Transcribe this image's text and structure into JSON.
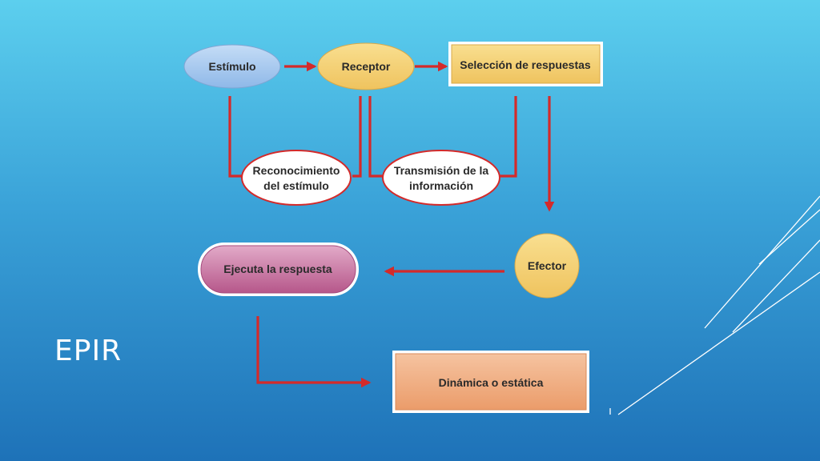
{
  "slide": {
    "title": "EPIR"
  },
  "diagram": {
    "nodes": {
      "estimulo": "Estímulo",
      "receptor": "Receptor",
      "seleccion": "Selección de respuestas",
      "reconocimiento_1": "Reconocimiento",
      "reconocimiento_2": "del estímulo",
      "transmision_1": "Transmisión de la",
      "transmision_2": "información",
      "efector": "Efector",
      "ejecuta": "Ejecuta la respuesta",
      "dinamica": "Dinámica o estática"
    }
  },
  "colors": {
    "background_top": "#5ccfee",
    "background_bottom": "#1e72b8",
    "arrow": "#d42a2a",
    "node_blue": "#a6c8ee",
    "node_yellow": "#f5d27a",
    "node_pink": "#c9709f",
    "node_orange": "#f0a878"
  }
}
